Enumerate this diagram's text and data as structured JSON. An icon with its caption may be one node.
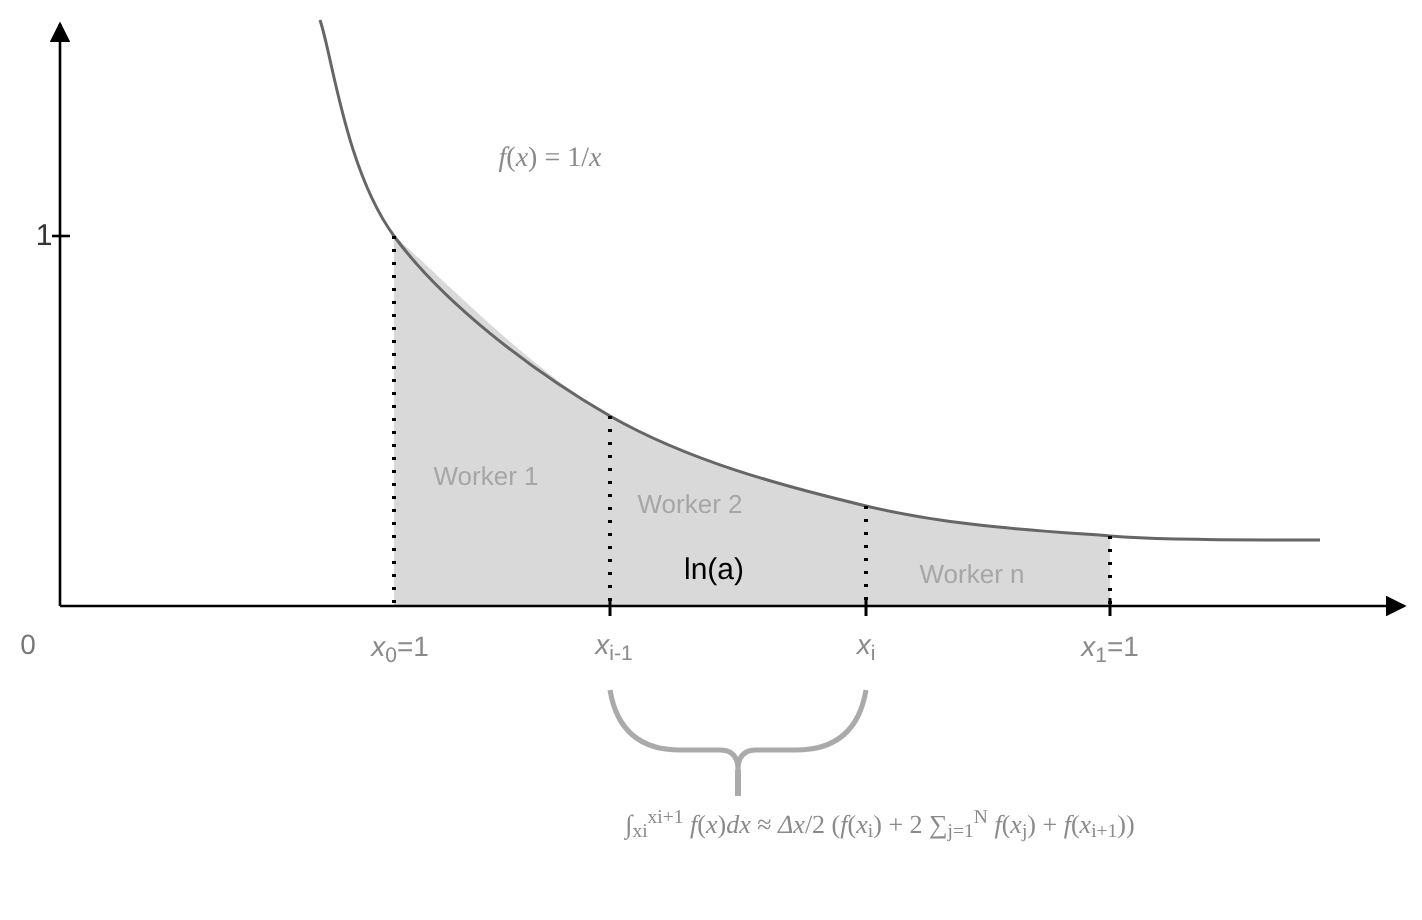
{
  "diagram": {
    "labels": [
      "1",
      "*f*(*x*) = 1/*x*",
      "Worker 1",
      "Worker 2",
      "ln(a)",
      "Worker n",
      "0",
      "*x*$_{0}$=1",
      "*x*$_{i-1}$",
      "*x*$_{i}$",
      "*x*$_{1}$=1",
      "∫$_{xi}$$^{xi+1}$ *f*(*x*)*dx* ≈ *Δx*/2 (*f*(*x*$_{i}$) + 2 ∑$_{j=1}$$^{N}$ *f*(*x*$_{j}$) + *f*(*x*$_{i+1}$))"
    ]
  }
}
